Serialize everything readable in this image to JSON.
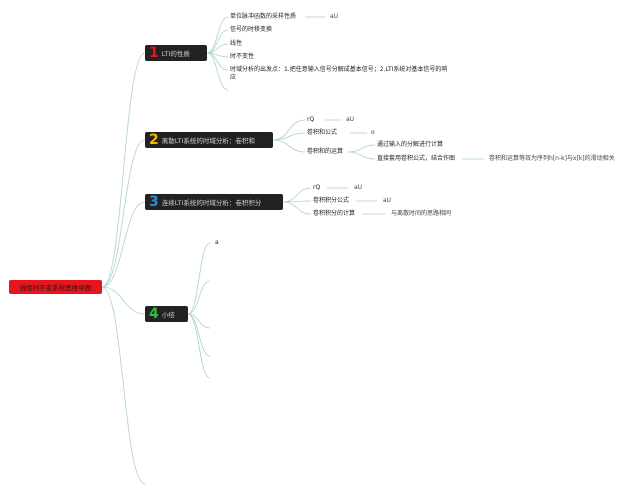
{
  "colors": {
    "line": "#a9d3c9",
    "node_bg": "#222222",
    "root_bg": "#e8141e",
    "num1": "#e8141e",
    "num2": "#f5b700",
    "num3": "#2a8cd6",
    "num4": "#2fbf3a"
  },
  "root": {
    "label": "线性时不变系统思维导图"
  },
  "branches": [
    {
      "num": "1",
      "label": "LTI的性质"
    },
    {
      "num": "2",
      "label": "离散LTI系统的时域分析：卷积和"
    },
    {
      "num": "3",
      "label": "连续LTI系统的时域分析：卷积积分"
    },
    {
      "num": "4",
      "label": "小结"
    }
  ],
  "b1": {
    "item1": "单位脉冲函数的采样性质",
    "item1_ann": "aU",
    "item2": "信号的时移变换",
    "item3": "线性",
    "item4": "时不变性",
    "item5": "时域分析的出发点：1.把任意输入信号分解成基本信号；2.LTI系统对基本信号的响应"
  },
  "b2": {
    "item1": "rQ",
    "item1_ann": "aU",
    "item2": "卷积和公式",
    "item2_ann": "o",
    "item3": "卷积和的运算",
    "sub1": "通过输入的分解进行计算",
    "sub2": "直接套用卷积公式，结合作图",
    "sub2_ann": "卷积和运算等效为序列h[n-k]与x[k]的滑动相关"
  },
  "b3": {
    "item1": "rQ",
    "item1_ann": "aU",
    "item2": "卷积积分公式",
    "item2_ann": "aU",
    "item3": "卷积积分的计算",
    "item3_ann": "与离散时间的思路相同"
  },
  "b4": {
    "item1": "a"
  }
}
